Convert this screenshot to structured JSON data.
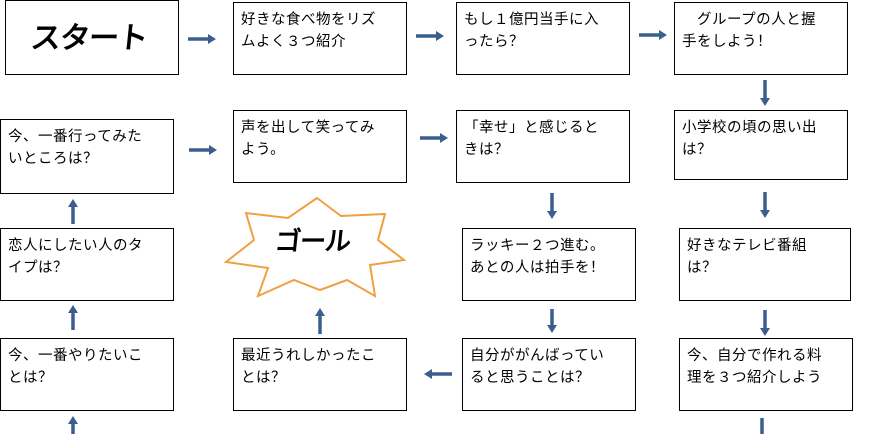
{
  "start": {
    "label": "スタート"
  },
  "goal": {
    "label": "ゴール"
  },
  "boxes": {
    "b1": "好きな食べ物をリズ\nムよく３つ紹介",
    "b2": "もし１億円当手に入\nったら？",
    "b3": "　グループの人と握\n手をしよう！",
    "b4": "小学校の頃の思い出\nは？",
    "b5": "好きなテレビ番組\nは？",
    "b6": "今、自分で作れる料\n理を３つ紹介しよう",
    "b7": "自分ががんばってい\nると思うことは？",
    "b8": "最近うれしかったこ\nとは？",
    "b9": "ラッキー２つ進む。\nあとの人は拍手を！",
    "b10": "「幸せ」と感じると\nきは？",
    "b11": "声を出して笑ってみ\nよう。",
    "b12": "今、一番行ってみた\nいところは？",
    "b13": "恋人にしたい人のタ\nイプは？",
    "b14": "今、一番やりたいこ\nとは？"
  },
  "colors": {
    "arrow": "#3a5f8f",
    "star_outline": "#f0a040"
  }
}
